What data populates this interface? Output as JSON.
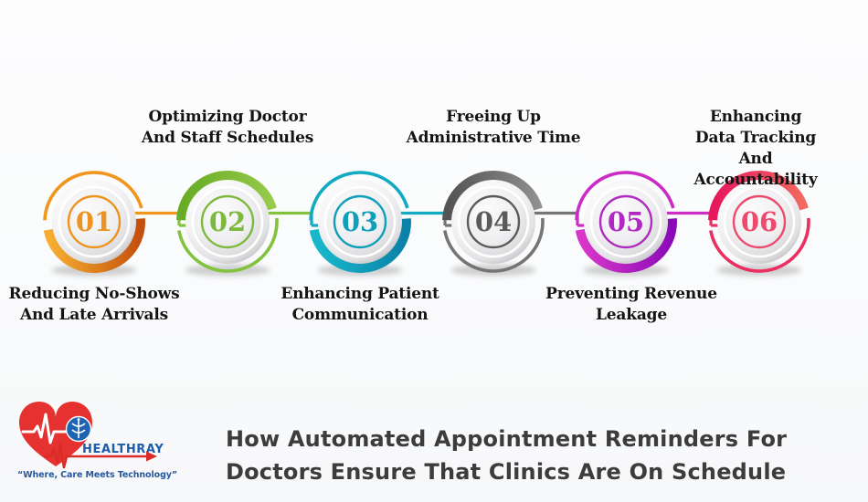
{
  "title": {
    "text": "How Automated Appointment Reminders For\nDoctors Ensure That Clinics Are On Schedule",
    "color": "#3c3c3c"
  },
  "steps": [
    {
      "number": "01",
      "label": "Reducing No-Shows\nAnd Late Arrivals",
      "label_position": "below",
      "colors": {
        "thin": "#f0961d",
        "from": "#f6ad30",
        "to": "#c3500d",
        "accent": "#ed9320"
      }
    },
    {
      "number": "02",
      "label": "Optimizing Doctor\nAnd Staff Schedules",
      "label_position": "above",
      "colors": {
        "thin": "#82c23f",
        "from": "#97ca4b",
        "to": "#68ac26",
        "accent": "#7cb93e"
      }
    },
    {
      "number": "03",
      "label": "Enhancing Patient\nCommunication",
      "label_position": "below",
      "colors": {
        "thin": "#12aac2",
        "from": "#18b8cb",
        "to": "#0b80a8",
        "accent": "#0f9fb9"
      }
    },
    {
      "number": "04",
      "label": "Freeing Up\nAdministrative Time",
      "label_position": "above",
      "colors": {
        "thin": "#757575",
        "from": "#909090",
        "to": "#545454",
        "accent": "#5b5b5b"
      }
    },
    {
      "number": "05",
      "label": "Preventing Revenue\nLeakage",
      "label_position": "below",
      "colors": {
        "thin": "#cb2cc5",
        "from": "#d836ca",
        "to": "#8a0ab8",
        "accent": "#b02ac1"
      }
    },
    {
      "number": "06",
      "label": "Enhancing Data Tracking\nAnd Accountability",
      "label_position": "above",
      "colors": {
        "thin": "#eb3061",
        "from": "#f26a60",
        "to": "#e7195c",
        "accent": "#ee4a6e"
      }
    }
  ],
  "logo": {
    "name": "HEALTHRAY",
    "tagline": "“Where, Care Meets Technology”",
    "heart_color": "#e53230",
    "badge_color": "#1e64b2",
    "name_color": "#1d5dac",
    "arrow_color": "#da2b27",
    "tagline_color": "#27589f"
  }
}
